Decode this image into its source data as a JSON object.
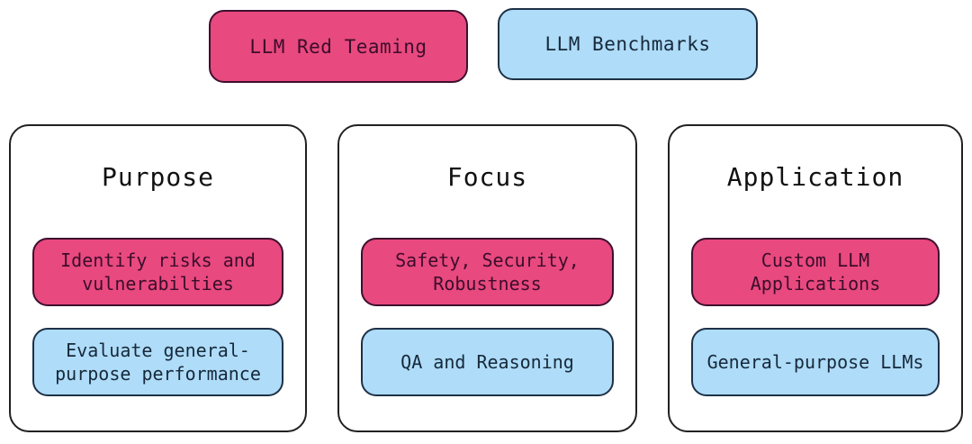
{
  "diagram": {
    "legend": {
      "red_teaming_label": "LLM Red Teaming",
      "benchmarks_label": "LLM Benchmarks"
    },
    "columns": [
      {
        "title": "Purpose",
        "red_teaming": "Identify risks and vulnerabilties",
        "benchmarks": "Evaluate general-purpose performance"
      },
      {
        "title": "Focus",
        "red_teaming": "Safety, Security, Robustness",
        "benchmarks": "QA and Reasoning"
      },
      {
        "title": "Application",
        "red_teaming": "Custom LLM Applications",
        "benchmarks": "General-purpose LLMs"
      }
    ],
    "colors": {
      "red_teaming_fill": "#E8497E",
      "red_teaming_border": "#3E0F2F",
      "red_teaming_text": "#3C0D2B",
      "benchmarks_fill": "#AFDCF8",
      "benchmarks_border": "#1D3147",
      "benchmarks_text": "#16293B",
      "card_border": "#212121",
      "background": "#FFFFFF"
    }
  }
}
